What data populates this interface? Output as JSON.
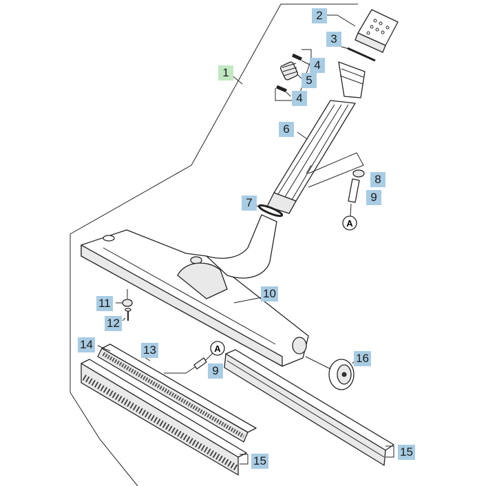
{
  "colors": {
    "callout_blue": "#a8cce3",
    "callout_green": "#c2e8c2",
    "line": "#222222"
  },
  "marker_letter": "A",
  "callouts": [
    {
      "name": "callout-1",
      "label": "1",
      "color": "green"
    },
    {
      "name": "callout-2",
      "label": "2",
      "color": "blue"
    },
    {
      "name": "callout-3",
      "label": "3",
      "color": "blue"
    },
    {
      "name": "callout-4a",
      "label": "4",
      "color": "blue"
    },
    {
      "name": "callout-5",
      "label": "5",
      "color": "blue"
    },
    {
      "name": "callout-4b",
      "label": "4",
      "color": "blue"
    },
    {
      "name": "callout-6",
      "label": "6",
      "color": "blue"
    },
    {
      "name": "callout-7",
      "label": "7",
      "color": "blue"
    },
    {
      "name": "callout-8",
      "label": "8",
      "color": "blue"
    },
    {
      "name": "callout-9a",
      "label": "9",
      "color": "blue"
    },
    {
      "name": "callout-10",
      "label": "10",
      "color": "blue"
    },
    {
      "name": "callout-11",
      "label": "11",
      "color": "blue"
    },
    {
      "name": "callout-12",
      "label": "12",
      "color": "blue"
    },
    {
      "name": "callout-14",
      "label": "14",
      "color": "blue"
    },
    {
      "name": "callout-13",
      "label": "13",
      "color": "blue"
    },
    {
      "name": "callout-9b",
      "label": "9",
      "color": "blue"
    },
    {
      "name": "callout-16",
      "label": "16",
      "color": "blue"
    },
    {
      "name": "callout-15a",
      "label": "15",
      "color": "blue"
    },
    {
      "name": "callout-15b",
      "label": "15",
      "color": "blue"
    }
  ]
}
